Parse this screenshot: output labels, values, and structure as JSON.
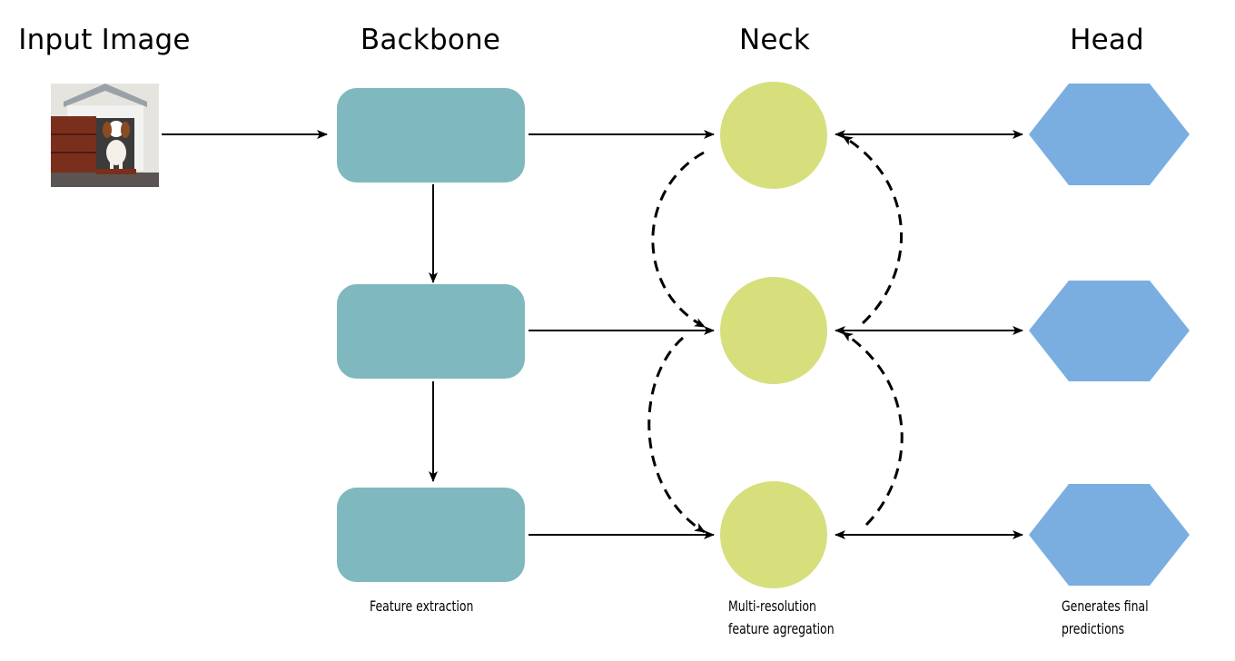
{
  "titles": {
    "input": "Input Image",
    "backbone": "Backbone",
    "neck": "Neck",
    "head": "Head"
  },
  "captions": {
    "backbone": "Feature extraction",
    "neck_line1": "Multi-resolution",
    "neck_line2": "feature agregation",
    "head_line1": "Generates final",
    "head_line2": "predictions"
  },
  "colors": {
    "backbone_block": "#7fb8bf",
    "neck_node": "#d6df7c",
    "head_node": "#7aaee0",
    "arrow": "#000000"
  },
  "input_image": {
    "description": "dog-in-doghouse-photo"
  }
}
